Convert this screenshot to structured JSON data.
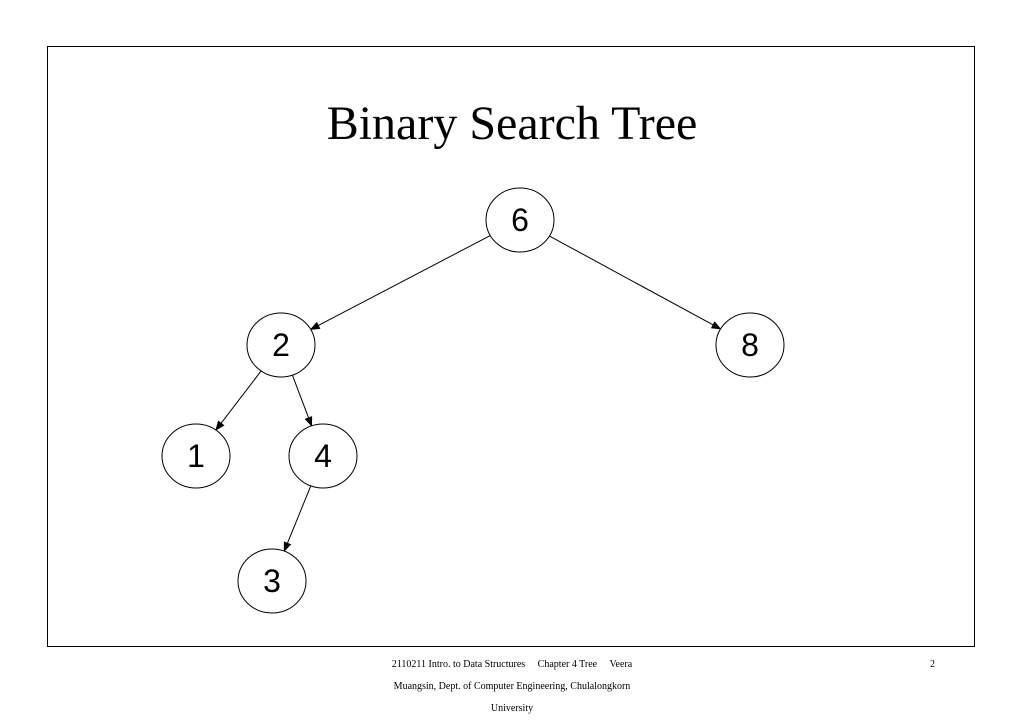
{
  "slide": {
    "title": "Binary Search Tree",
    "page_number": "2"
  },
  "tree": {
    "nodes": [
      {
        "id": "n6",
        "label": "6"
      },
      {
        "id": "n2",
        "label": "2"
      },
      {
        "id": "n8",
        "label": "8"
      },
      {
        "id": "n1",
        "label": "1"
      },
      {
        "id": "n4",
        "label": "4"
      },
      {
        "id": "n3",
        "label": "3"
      }
    ],
    "edges": [
      {
        "from": "n6",
        "to": "n2"
      },
      {
        "from": "n6",
        "to": "n8"
      },
      {
        "from": "n2",
        "to": "n1"
      },
      {
        "from": "n2",
        "to": "n4"
      },
      {
        "from": "n4",
        "to": "n3"
      }
    ]
  },
  "footer": {
    "line1": "2110211 Intro. to Data Structures     Chapter 4 Tree     Veera",
    "line2": "Muangsin, Dept. of Computer Engineering, Chulalongkorn",
    "line3": "University"
  }
}
